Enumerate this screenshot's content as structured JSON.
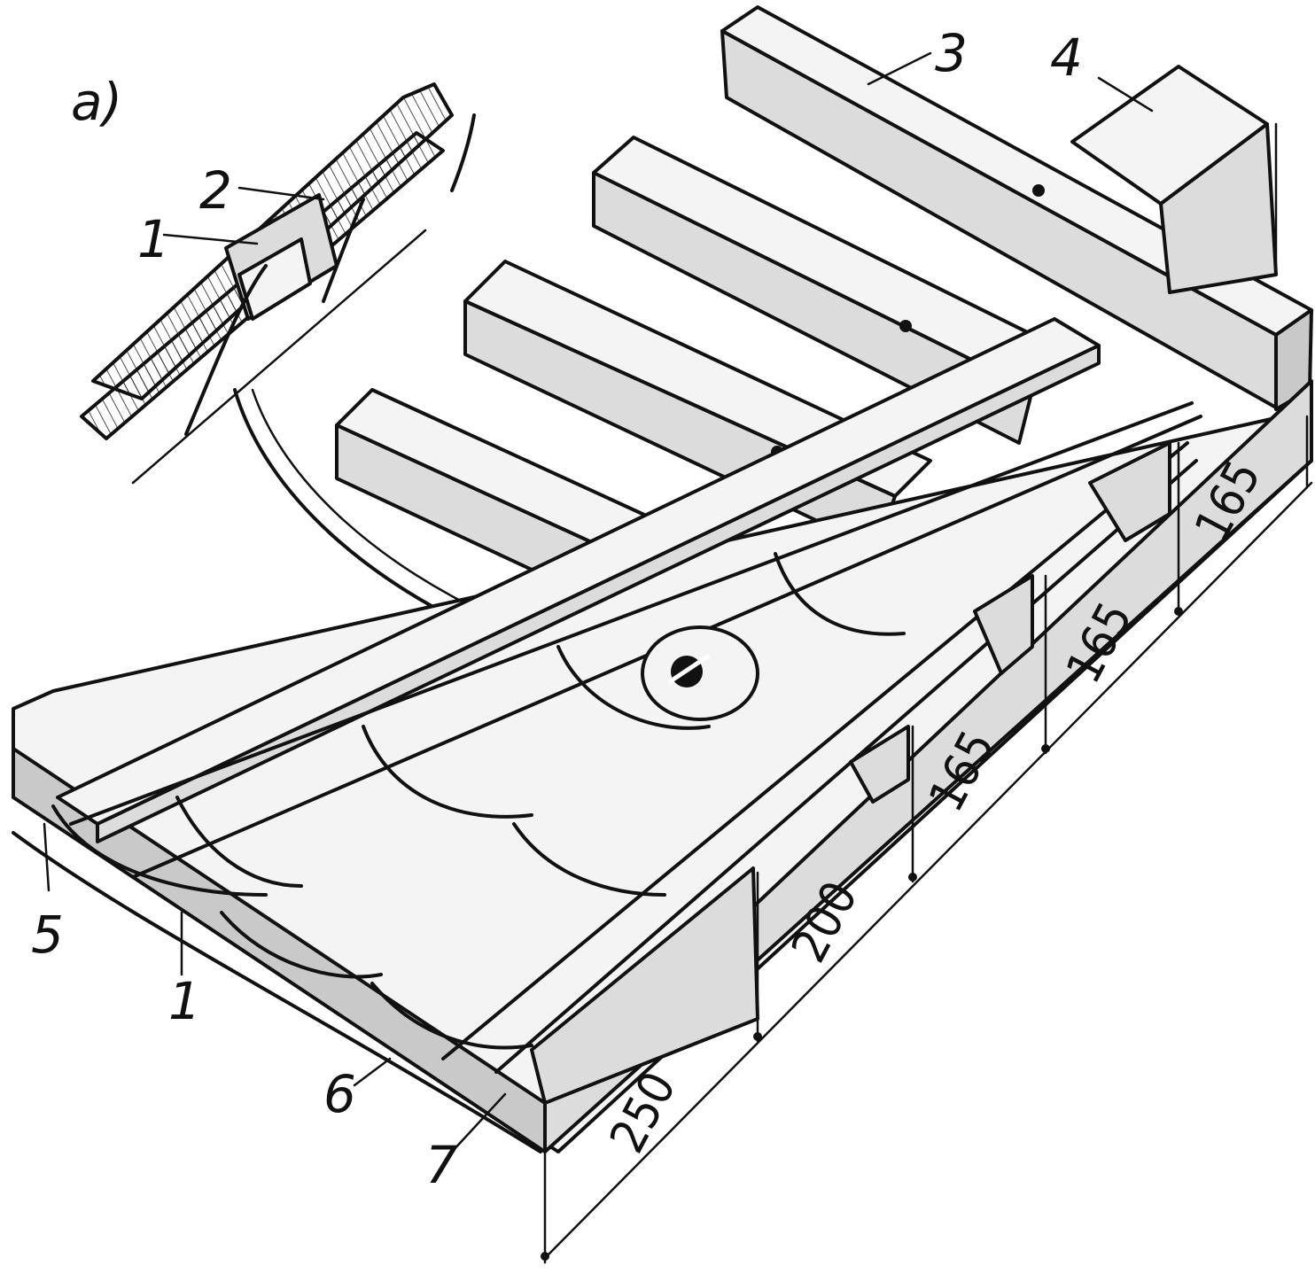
{
  "figure": {
    "panel_label": "а)"
  },
  "callouts": [
    {
      "id": "c1a",
      "text": "1"
    },
    {
      "id": "c2",
      "text": "2"
    },
    {
      "id": "c3",
      "text": "3"
    },
    {
      "id": "c4",
      "text": "4"
    },
    {
      "id": "c5",
      "text": "5"
    },
    {
      "id": "c1b",
      "text": "1"
    },
    {
      "id": "c6",
      "text": "6"
    },
    {
      "id": "c7",
      "text": "7"
    }
  ],
  "dimensions": [
    {
      "id": "d250",
      "text": "250"
    },
    {
      "id": "d200",
      "text": "200"
    },
    {
      "id": "d165a",
      "text": "165"
    },
    {
      "id": "d165b",
      "text": "165"
    },
    {
      "id": "d165c",
      "text": "165"
    }
  ],
  "colors": {
    "ink": "#111111",
    "paper": "#ffffff"
  }
}
